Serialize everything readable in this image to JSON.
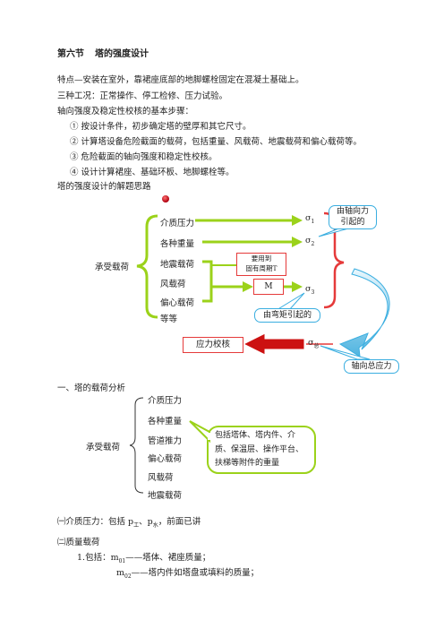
{
  "section": {
    "number": "第六节",
    "title": "塔的强度设计"
  },
  "intro": [
    "特点—安装在室外，靠裙座底部的地脚螺栓固定在混凝土基础上。",
    "三种工况：正常操作、停工检修、压力试验。",
    "轴向强度及稳定性校核的基本步骤："
  ],
  "steps": [
    "① 按设计条件，初步确定塔的壁厚和其它尺寸。",
    "② 计算塔设备危险截面的载荷，包括重量、风载荷、地震载荷和偏心载荷等。",
    "③ 危险截面的轴向强度和稳定性校核。",
    "④ 设计计算裙座、基础环板、地脚螺栓等。"
  ],
  "diagram_intro": "塔的强度设计的解题思路",
  "diagram1": {
    "group_label": "承受载荷",
    "loads": [
      "介质压力",
      "各种重量",
      "地震载荷",
      "风载荷",
      "偏心载荷",
      "等等"
    ],
    "sigma1": "σ",
    "sigma1_sub": "1",
    "sigma2": "σ",
    "sigma2_sub": "2",
    "sigma3": "σ",
    "sigma3_sub": "3",
    "sigma_sum": "σ",
    "sigma_sum_sub": "总",
    "period_box_line1": "要用到",
    "period_box_line2": "固有周期T",
    "moment_box": "M",
    "callout_axial_line1": "由轴向力",
    "callout_axial_line2": "引起的",
    "callout_bending": "由弯矩引起的",
    "callout_total": "轴向总应力",
    "check_box": "应力校核"
  },
  "section_one": "一、塔的载荷分析",
  "diagram2": {
    "group_label": "承受载荷",
    "loads": [
      "介质压力",
      "各种重量",
      "管道推力",
      "偏心载荷",
      "风载荷",
      "地震载荷"
    ],
    "note_line1": "包括塔体、塔内件、介",
    "note_line2": "质、保温层、操作平台、",
    "note_line3": "扶梯等附件的重量"
  },
  "sub1": {
    "prefix": "㈠介质压力：包括 p",
    "sub_a": "工",
    "mid": "、p",
    "sub_b": "水",
    "suffix": "，前面已讲"
  },
  "sub2": "㈡质量载荷",
  "mass_items": [
    {
      "pre": "1.包括：m",
      "sub": "01",
      "text": "——塔体、裙座质量；"
    },
    {
      "pre": "m",
      "sub": "02",
      "text": "——塔内件如塔盘或填料的质量；"
    }
  ],
  "colors": {
    "green": "#9bd21a",
    "blue": "#3aaee0",
    "red": "#e53a3a",
    "check_arrow": "#cc1111"
  }
}
